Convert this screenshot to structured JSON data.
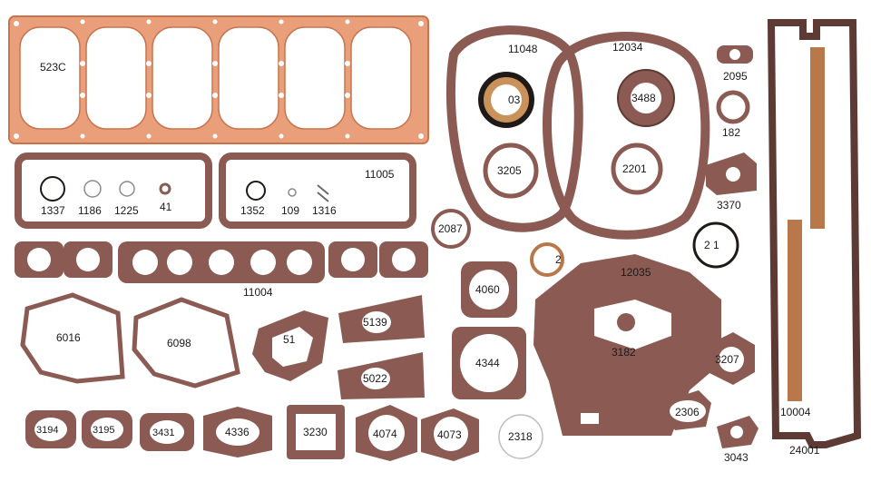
{
  "image": {
    "kind": "product-photo",
    "subject": "engine gasket set",
    "colors": {
      "background": "#ffffff",
      "copper": "#e9a07a",
      "copper_edge": "#c9734f",
      "fiber": "#8b5a52",
      "fiber_dark": "#5e3a34",
      "cork": "#b8784a",
      "seal_black": "#1f1a18",
      "seal_tan": "#c8925a",
      "hole": "#ffffff"
    }
  },
  "labels": {
    "head": "523C",
    "p11048": "11048",
    "p12034": "12034",
    "p2095": "2095",
    "p3488": "3488",
    "p03": "03",
    "p182": "182",
    "p3205": "3205",
    "p2201": "2201",
    "p3370": "3370",
    "p11005": "11005",
    "p1337": "1337",
    "p1186": "1186",
    "p1225": "1225",
    "p41": "41",
    "p1352": "1352",
    "p109": "109",
    "p1316": "1316",
    "p2087": "2087",
    "p2": "2",
    "p21": "2  1",
    "p11004": "11004",
    "p4060": "4060",
    "p12035": "12035",
    "p6016": "6016",
    "p6098": "6098",
    "p51x": "51",
    "p5139": "5139",
    "p5022": "5022",
    "p4344": "4344",
    "p3182": "3182",
    "p3207": "3207",
    "p10004": "10004",
    "p3194": "3194",
    "p3195": "3195",
    "p3431": "3431",
    "p4336": "4336",
    "p3230": "3230",
    "p4074": "4074",
    "p4073": "4073",
    "p2318": "2318",
    "p2306": "2306",
    "p3043": "3043",
    "p24001": "24001"
  }
}
